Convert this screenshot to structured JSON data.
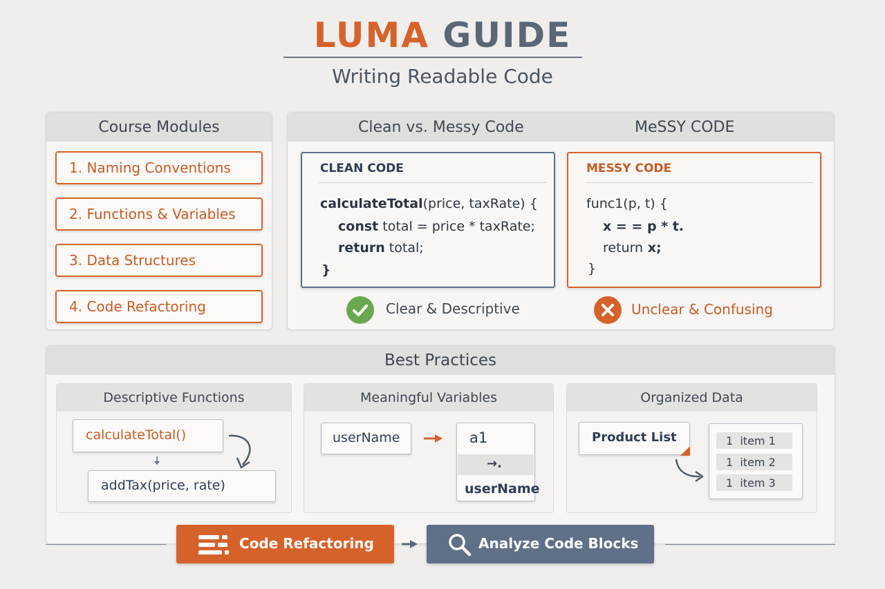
{
  "header": {
    "brand_part1": "LUMA",
    "brand_part2": "GUIDE",
    "subtitle": "Writing Readable Code"
  },
  "modules": {
    "title": "Course Modules",
    "items": [
      {
        "label": "1. Naming Conventions"
      },
      {
        "label": "2. Functions & Variables"
      },
      {
        "label": "3. Data Structures"
      },
      {
        "label": "4. Code Refactoring"
      }
    ]
  },
  "comparison": {
    "title_left": "Clean vs. Messy Code",
    "title_right": "MeSSY CODE",
    "clean": {
      "label": "CLEAN CODE",
      "line1_fn": "calculateTotal",
      "line1_rest": "(price, taxRate) {",
      "line2_kw": "const",
      "line2_rest": " total = price * taxRate;",
      "line3_kw": "return",
      "line3_rest": " total;",
      "line4": "}",
      "verdict": "Clear & Descriptive"
    },
    "messy": {
      "label": "MESSY CODE",
      "line1": "func1(p, t) {",
      "line2": "x = = p * t.",
      "line3_kw": "return",
      "line3_rest": " x;",
      "line4": "}",
      "verdict": "Unclear & Confusing"
    }
  },
  "best_practices": {
    "title": "Best Practices",
    "functions": {
      "title": "Descriptive Functions",
      "chip1": "calculateTotal()",
      "chip2": "addTax(price, rate)"
    },
    "variables": {
      "title": "Meaningful Variables",
      "good": "userName",
      "bad": "a1",
      "mid": "→.",
      "result": "userName"
    },
    "data": {
      "title": "Organized Data",
      "list_label": "Product List",
      "rows": [
        {
          "num": "1",
          "text": "item 1"
        },
        {
          "num": "1",
          "text": "item 2"
        },
        {
          "num": "1",
          "text": "item 3"
        }
      ]
    }
  },
  "actions": {
    "refactor": "Code Refactoring",
    "analyze": "Analyze Code Blocks"
  },
  "colors": {
    "accent_orange": "#d6622b",
    "slate": "#5b6f86",
    "success_green": "#6aa84f"
  }
}
